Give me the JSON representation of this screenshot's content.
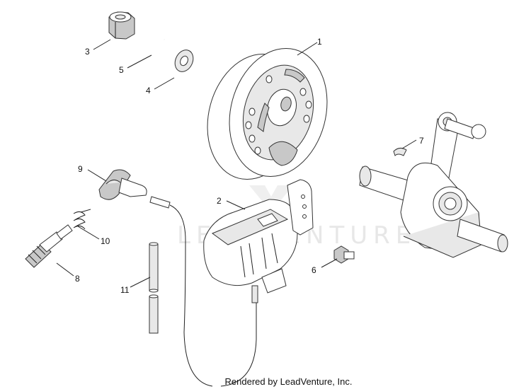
{
  "watermark": "LEADVENTURE",
  "credit": "Rendered by LeadVenture, Inc.",
  "callouts": [
    "1",
    "2",
    "3",
    "4",
    "5",
    "6",
    "7",
    "8",
    "9",
    "10",
    "11"
  ],
  "parts": [
    {
      "number": "1",
      "icon": "flywheel-icon"
    },
    {
      "number": "2",
      "icon": "ignition-coil-icon"
    },
    {
      "number": "3",
      "icon": "nut-icon"
    },
    {
      "number": "4",
      "icon": "washer-icon"
    },
    {
      "number": "5",
      "icon": "clip-ring-icon"
    },
    {
      "number": "6",
      "icon": "bolt-icon"
    },
    {
      "number": "7",
      "icon": "key-icon"
    },
    {
      "number": "8",
      "icon": "spark-plug-icon"
    },
    {
      "number": "9",
      "icon": "plug-cap-icon"
    },
    {
      "number": "10",
      "icon": "spring-icon"
    },
    {
      "number": "11",
      "icon": "tube-icon"
    }
  ]
}
